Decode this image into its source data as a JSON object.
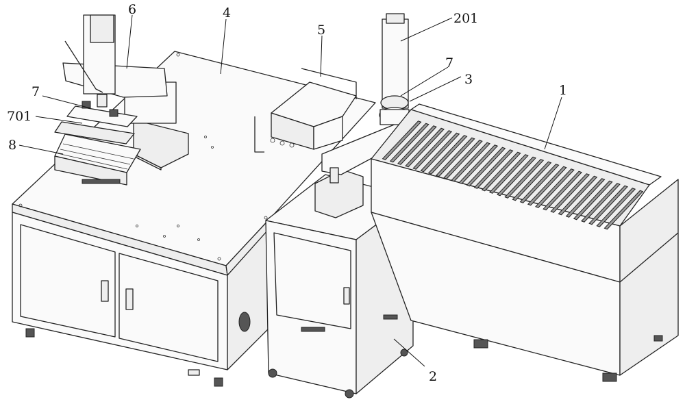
{
  "callouts": [
    {
      "id": "label-1",
      "text": "1"
    },
    {
      "id": "label-2",
      "text": "2"
    },
    {
      "id": "label-3",
      "text": "3"
    },
    {
      "id": "label-4",
      "text": "4"
    },
    {
      "id": "label-5",
      "text": "5"
    },
    {
      "id": "label-6",
      "text": "6"
    },
    {
      "id": "label-7a",
      "text": "7"
    },
    {
      "id": "label-7b",
      "text": "7"
    },
    {
      "id": "label-8",
      "text": "8"
    },
    {
      "id": "label-201",
      "text": "201"
    },
    {
      "id": "label-701",
      "text": "701"
    }
  ]
}
